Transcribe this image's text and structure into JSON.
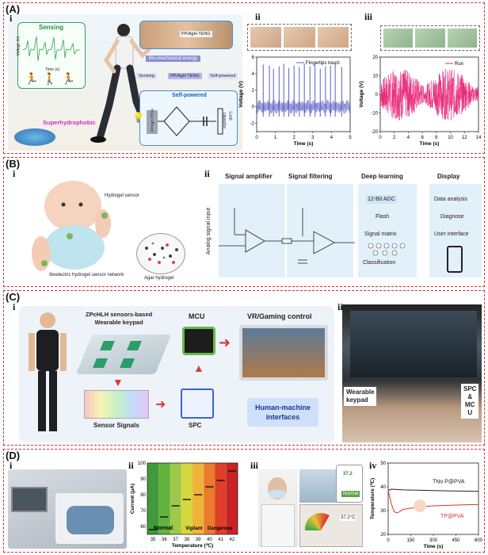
{
  "panels": {
    "A": {
      "label": "(A)",
      "i": {
        "label": "i",
        "sensing_title": "Sensing",
        "ylabel": "Voltage (V)",
        "xlabel": "Time (s)",
        "device_label": "PP/AgH-TENG",
        "flow": {
          "top": "Bio-mechanical energy",
          "left": "Sensing",
          "center": "PP/AgH-TENG",
          "right": "Self-powered"
        },
        "self_powered": "Self-powered",
        "superhydrophobic": "Superhydrophobic",
        "capacitor": "capacitor",
        "load": "Load",
        "teng": "PP/AgH-TENG"
      },
      "ii": {
        "label": "ii",
        "legend": "Fingertips touch",
        "xlabel": "Time (s)",
        "ylabel": "Voltage (V)"
      },
      "iii": {
        "label": "iii",
        "legend": "Run",
        "xlabel": "Time (s)",
        "ylabel": "Voltage (V)"
      }
    },
    "B": {
      "label": "(B)",
      "i": {
        "label": "i",
        "sensor": "Hydrogel sensor",
        "network": "Iboelectric hydrogel sensor network",
        "agar": "Agar hydrogel"
      },
      "ii": {
        "label": "ii",
        "amp": "Signal amplifier",
        "filter": "Signal filtering",
        "dl": "Deep learning",
        "display": "Display",
        "input": "Analog signal input",
        "adc": "12-Bit ADC",
        "flash": "Flash",
        "matrix": "Signal matrix",
        "classification": "Classification",
        "data_analysis": "Data analysis",
        "diagnose": "Diagnose",
        "ui": "User interface"
      }
    },
    "C": {
      "label": "(C)",
      "i": {
        "label": "i",
        "keypad_title": "ZPcHLH sensors-based\nWearable keypad",
        "mcu": "MCU",
        "vr": "VR/Gaming control",
        "signals": "Sensor Signals",
        "spc": "SPC",
        "hmi": "Human-machine\ninterfaces"
      },
      "ii": {
        "label": "ii",
        "keypad": "Wearable\nkeypad",
        "spc_mcu": "SPC\n&\nMC\nU"
      }
    },
    "D": {
      "label": "(D)",
      "i": {
        "label": "i"
      },
      "ii": {
        "label": "ii",
        "ylabel": "Current (μA)",
        "xlabel": "Temperature (℃)",
        "normal": "Normal",
        "vigilant": "Vigilant",
        "dangerous": "Dangerous"
      },
      "iii": {
        "label": "iii",
        "temp": "37.2",
        "normal": "Normal",
        "reading": "37.2°C"
      },
      "iv": {
        "label": "iv",
        "ylabel": "Temperature (℃)",
        "xlabel": "Time (s)",
        "series_no": "TNo P@PVA",
        "series_p": "TP@PVA"
      }
    }
  },
  "chart_data": [
    {
      "type": "line",
      "title": "",
      "xlabel": "Time (s)",
      "ylabel": "Voltage (V)",
      "xlim": [
        0,
        5
      ],
      "ylim": [
        -3,
        6
      ],
      "xticks": [
        0,
        1,
        2,
        3,
        4,
        5
      ],
      "yticks": [
        -2,
        0,
        2,
        4,
        6
      ],
      "series": [
        {
          "name": "Fingertips touch",
          "color": "#5a5fc4",
          "x": [
            0.35,
            0.68,
            0.9,
            1.2,
            1.45,
            1.72,
            2.0,
            2.28,
            2.55,
            2.85,
            3.12,
            3.4,
            3.68,
            3.95,
            4.2,
            4.55
          ],
          "y": [
            5.1,
            5.0,
            4.6,
            4.9,
            5.2,
            4.7,
            5.0,
            4.8,
            5.2,
            4.9,
            5.1,
            4.6,
            4.9,
            5.0,
            5.3,
            4.8
          ]
        }
      ]
    },
    {
      "type": "line",
      "title": "",
      "xlabel": "Time (s)",
      "ylabel": "Voltage (V)",
      "xlim": [
        0,
        14
      ],
      "ylim": [
        -20,
        20
      ],
      "xticks": [
        0,
        2,
        4,
        6,
        8,
        10,
        12,
        14
      ],
      "yticks": [
        -20,
        -10,
        0,
        10,
        20
      ],
      "series": [
        {
          "name": "Run",
          "color": "#e8297a"
        }
      ]
    },
    {
      "type": "bar",
      "title": "",
      "xlabel": "Temperature (℃)",
      "ylabel": "Current (μA)",
      "categories": [
        "35",
        "36",
        "37",
        "38",
        "39",
        "40",
        "41",
        "42"
      ],
      "values": [
        58,
        66,
        73,
        77,
        80,
        85,
        89,
        95
      ],
      "ylim": [
        55,
        100
      ],
      "yticks": [
        60,
        70,
        80,
        90,
        100
      ],
      "zone_colors": [
        "#3f9a3a",
        "#62b23f",
        "#9cc94a",
        "#d7d63e",
        "#f0b33a",
        "#ea7a2c",
        "#de3e2a",
        "#c82225"
      ]
    },
    {
      "type": "line",
      "title": "",
      "xlabel": "Time (s)",
      "ylabel": "Temperature (℃)",
      "xlim": [
        0,
        600
      ],
      "ylim": [
        20,
        50
      ],
      "xticks": [
        0,
        150,
        300,
        450,
        600
      ],
      "yticks": [
        20,
        30,
        40,
        50
      ],
      "series": [
        {
          "name": "TNo P@PVA",
          "color": "#222222",
          "x": [
            0,
            20,
            50,
            100,
            200,
            300,
            400,
            500,
            600
          ],
          "y": [
            38.5,
            39.0,
            38.9,
            38.7,
            38.6,
            38.4,
            38.3,
            38.2,
            38.1
          ]
        },
        {
          "name": "TP@PVA",
          "color": "#d8322a",
          "x": [
            0,
            20,
            40,
            60,
            100,
            200,
            300,
            400,
            500,
            600
          ],
          "y": [
            38.5,
            33.0,
            29.5,
            29.0,
            30.5,
            31.5,
            32.0,
            32.2,
            32.4,
            32.6
          ]
        }
      ]
    }
  ]
}
